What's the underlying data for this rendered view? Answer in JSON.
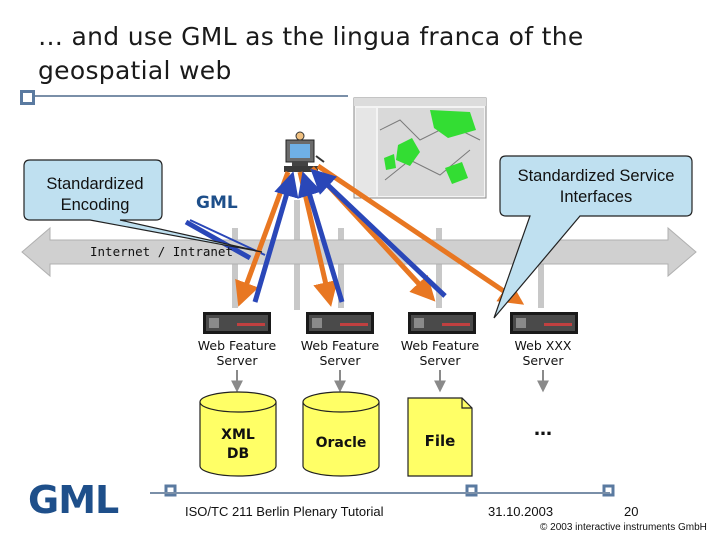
{
  "slide": {
    "title": "… and use GML as the lingua franca of the geospatial web"
  },
  "callouts": {
    "left": "Standardized Encoding",
    "right": "Standardized Service Interfaces"
  },
  "labels": {
    "gml": "GML",
    "network": "Internet / Intranet"
  },
  "servers": [
    {
      "label": "Web Feature Server",
      "store": "XML DB",
      "store_type": "cylinder"
    },
    {
      "label": "Web Feature Server",
      "store": "Oracle",
      "store_type": "cylinder"
    },
    {
      "label": "Web Feature Server",
      "store": "File",
      "store_type": "file"
    },
    {
      "label": "Web XXX Server",
      "store": "…",
      "store_type": "none"
    }
  ],
  "footer": {
    "logo": "GML",
    "event": "ISO/TC 211 Berlin Plenary Tutorial",
    "date": "31.10.2003",
    "page": "20",
    "copyright": "© 2003 interactive instruments GmbH"
  },
  "colors": {
    "orange_arrow": "#e87722",
    "blue_arrow": "#2a47b8",
    "callout_fill": "#bfe0f0",
    "store_fill": "#ffff66",
    "network_bar": "#d0d0d0",
    "accent": "#5a7aa0"
  },
  "icons": {
    "client": "computer-user-icon",
    "server": "server-rack-icon",
    "map": "map-screenshot-icon"
  }
}
